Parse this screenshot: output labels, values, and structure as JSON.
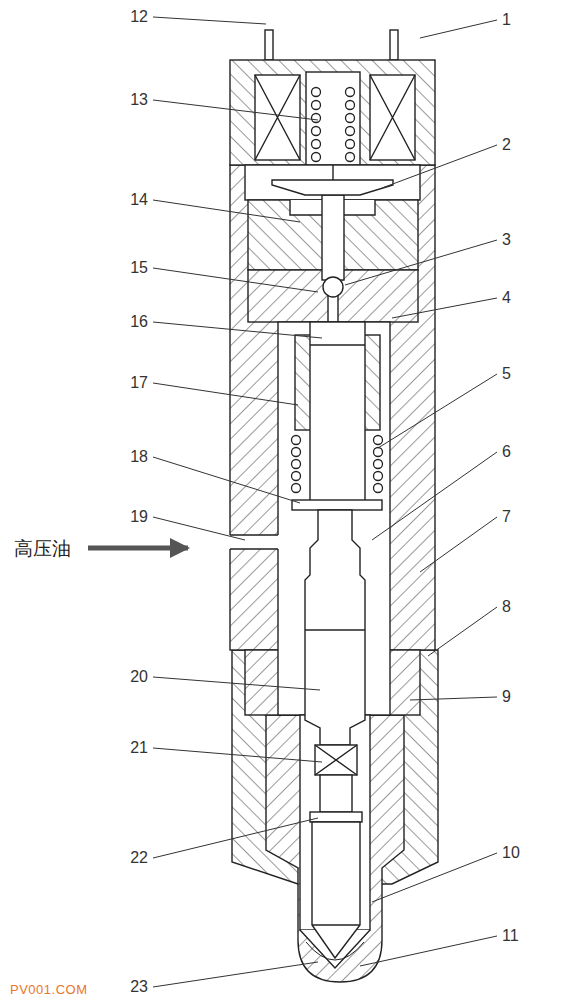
{
  "diagram": {
    "labels": [
      "12",
      "1",
      "13",
      "2",
      "14",
      "3",
      "15",
      "4",
      "16",
      "5",
      "17",
      "18",
      "6",
      "19",
      "7",
      "高压油",
      "20",
      "8",
      "21",
      "9",
      "22",
      "10",
      "23",
      "11",
      "PV001.COM"
    ]
  }
}
